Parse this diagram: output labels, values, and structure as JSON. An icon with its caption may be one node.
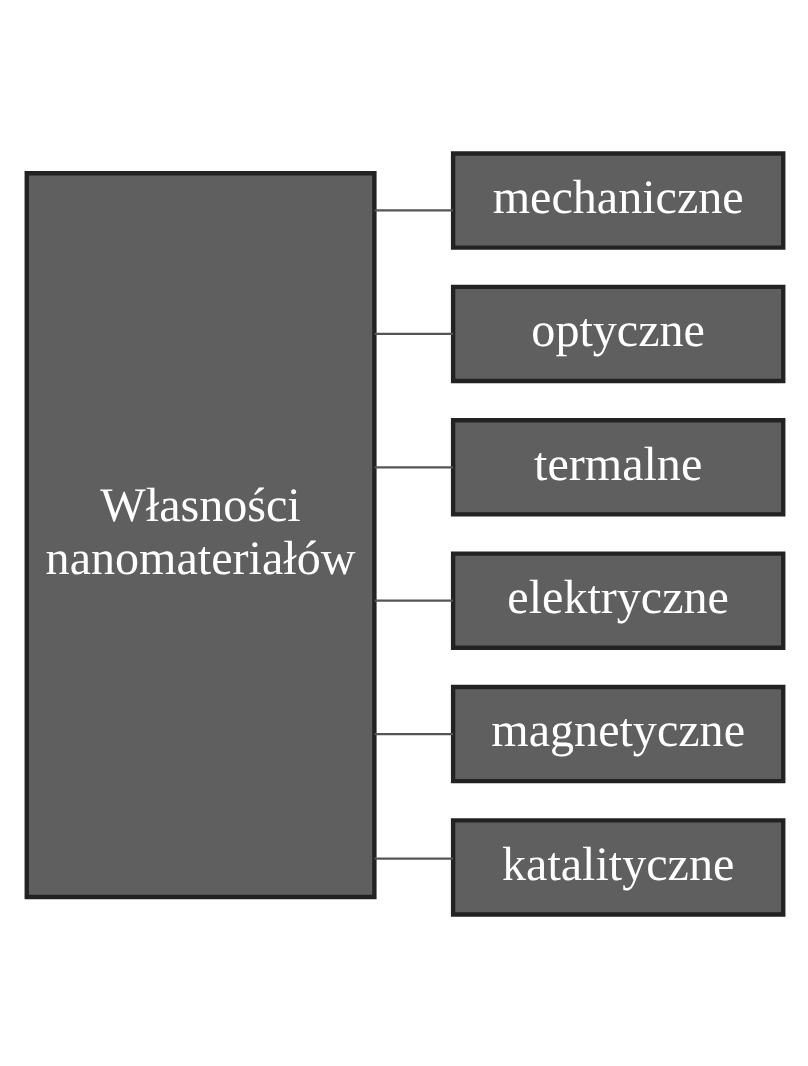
{
  "diagram": {
    "nodes": [
      {
        "text": [
          "Własności nanomateriałów"
        ]
      },
      {
        "text": [
          "mechaniczne"
        ]
      },
      {
        "text": [
          "optyczne"
        ]
      },
      {
        "text": [
          "termalne"
        ]
      },
      {
        "text": [
          "elektryczne"
        ]
      },
      {
        "text": [
          "magnetyczne"
        ]
      },
      {
        "text": [
          "katalityczne"
        ]
      }
    ],
    "edges": [
      {
        "from": 0,
        "to": 1,
        "arrow": "none"
      },
      {
        "from": 0,
        "to": 2,
        "arrow": "none"
      },
      {
        "from": 0,
        "to": 3,
        "arrow": "none"
      },
      {
        "from": 0,
        "to": 4,
        "arrow": "none"
      },
      {
        "from": 0,
        "to": 5,
        "arrow": "none"
      },
      {
        "from": 0,
        "to": 6,
        "arrow": "none"
      }
    ]
  }
}
